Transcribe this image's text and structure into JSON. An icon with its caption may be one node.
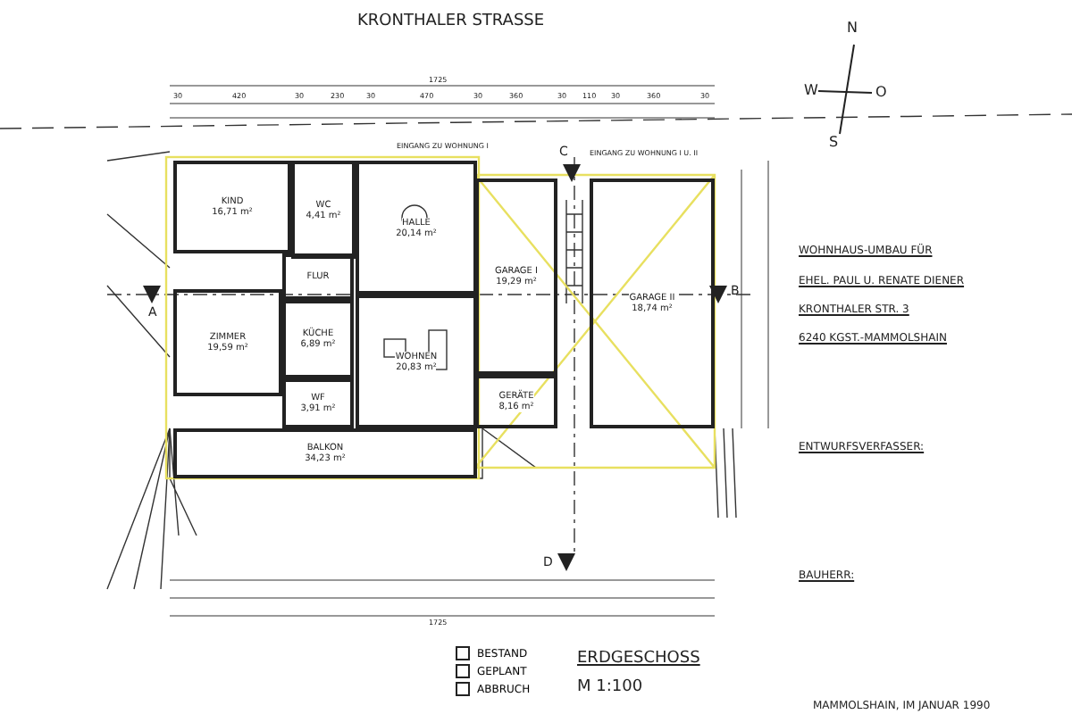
{
  "diagram": {
    "title": "KRONTHALER STRASSE",
    "nodes": [
      {
        "text": [
          "KIND",
          "16,71 m²"
        ]
      },
      {
        "text": [
          "WC",
          "4,41 m²"
        ]
      },
      {
        "text": [
          "FLUR"
        ]
      },
      {
        "text": [
          "HALLE",
          "20,14 m²"
        ]
      },
      {
        "text": [
          "ZIMMER",
          "19,59 m²"
        ]
      },
      {
        "text": [
          "KÜCHE",
          "6,89 m²"
        ]
      },
      {
        "text": [
          "WOHNEN",
          "20,83 m²"
        ]
      },
      {
        "text": [
          "WF",
          "3,91 m²"
        ]
      },
      {
        "text": [
          "BALKON",
          "34,23 m²"
        ]
      },
      {
        "text": [
          "GARAGE I",
          "19,29 m²"
        ]
      },
      {
        "text": [
          "GARAGE II",
          "18,74 m²"
        ]
      },
      {
        "text": [
          "GERÄTE",
          "8,16 m²"
        ]
      }
    ],
    "edges": [],
    "labels": [
      "N",
      "W",
      "O",
      "S",
      "1725",
      "30",
      "420",
      "30",
      "230",
      "30",
      "470",
      "30",
      "360",
      "30",
      "110",
      "30",
      "360",
      "30",
      "EINGANG ZU WOHNUNG I",
      "C",
      "EINGANG ZU WOHNUNG I U. II",
      "A",
      "B",
      "WOHNHAUS-UMBAU FÜR",
      "EHEL. PAUL U. RENATE DIENER",
      "KRONTHALER STR. 3",
      "6240 KGST.-MAMMOLSHAIN",
      "ENTWURFSVERFASSER:",
      "D",
      "BAUHERR:",
      "1725",
      "ERDGESCHOSS",
      "M 1:100",
      "MAMMOLSHAIN, IM JANUAR 1990"
    ],
    "legend": [
      {
        "text": "BESTAND"
      },
      {
        "text": "GEPLANT"
      },
      {
        "text": "ABBRUCH"
      }
    ]
  }
}
